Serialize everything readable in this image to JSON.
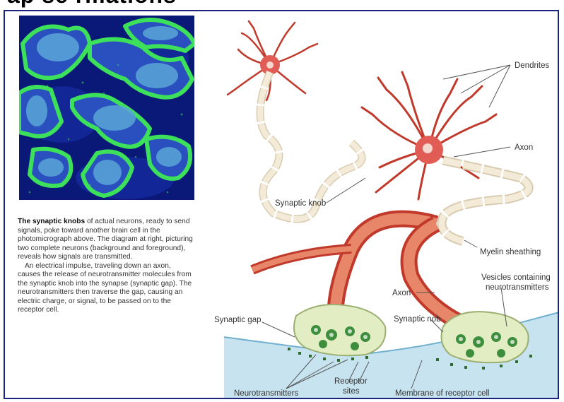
{
  "page": {
    "header_fragment": "ap se rmations"
  },
  "photo": {
    "colors": {
      "background": "#0a1878",
      "mid": "#2a4fbf",
      "knob": "#5aa6d8",
      "edge": "#3de05a"
    }
  },
  "caption": {
    "lead": "The synaptic knobs",
    "para1_rest": " of actual neurons, ready to send signals, poke toward another brain cell in the photomicrograph above. The diagram at right, picturing two complete neurons (background and foreground), reveals how signals are transmitted.",
    "para2": "An electrical impulse, traveling down an axon, causes the release of neurotransmitter molecules from the synaptic knob into the synapse (synaptic gap). The neurotransmitters then traverse the gap, causing an electric charge, or signal, to be passed on to the receptor cell."
  },
  "diagram": {
    "labels": {
      "dendrites": "Dendrites",
      "axon_top": "Axon",
      "synaptic_knob": "Synaptic knob",
      "myelin": "Myelin sheathing",
      "axon_mid": "Axon",
      "vesicles_line1": "Vesicles containing",
      "vesicles_line2": "neurotransmitters",
      "synaptic_gap": "Synaptic gap",
      "synaptic_nob": "Synaptic nob",
      "neurotransmitters": "Neurotransmitters",
      "receptor_line1": "Receptor",
      "receptor_line2": "sites",
      "membrane": "Membrane of receptor cell"
    },
    "colors": {
      "neuron": "#c0392b",
      "axon_fill": "#e8866a",
      "myelin": "#f3ead8",
      "knob": "#e2edc4",
      "vesicle": "#3e8e3e",
      "membrane": "#c6e3ef"
    }
  }
}
